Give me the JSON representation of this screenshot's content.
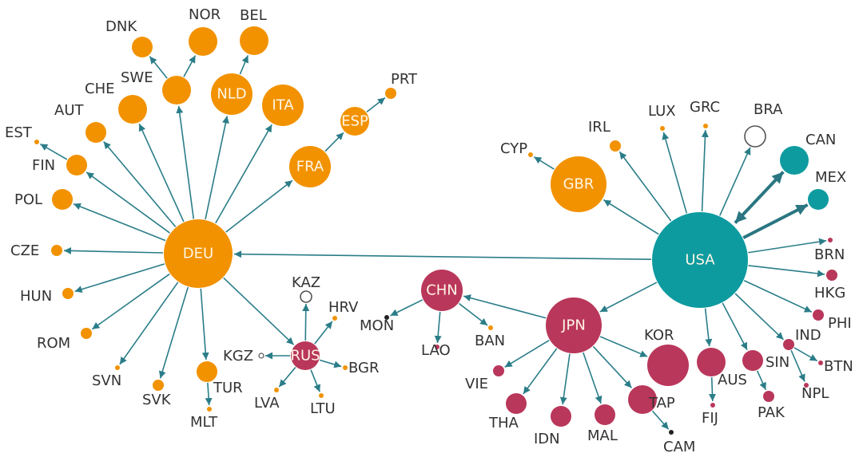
{
  "colors": {
    "europe": "#f29200",
    "asia": "#b9375a",
    "americas": "#0e9b9f",
    "unclassified": "#ffffff",
    "edge": "#2a7d88",
    "label": "#333333"
  },
  "nodes": [
    {
      "id": "DEU",
      "label": "DEU",
      "group": "europe",
      "size": "xl",
      "label_inside": true
    },
    {
      "id": "USA",
      "label": "USA",
      "group": "americas",
      "size": "xxl",
      "label_inside": true
    },
    {
      "id": "JPN",
      "label": "JPN",
      "group": "asia",
      "size": "l",
      "label_inside": true
    },
    {
      "id": "CHN",
      "label": "CHN",
      "group": "asia",
      "size": "m",
      "label_inside": true
    },
    {
      "id": "RUS",
      "label": "RUS",
      "group": "asia",
      "size": "s",
      "label_inside": true
    },
    {
      "id": "GBR",
      "label": "GBR",
      "group": "europe",
      "size": "l",
      "label_inside": true
    },
    {
      "id": "FRA",
      "label": "FRA",
      "group": "europe",
      "size": "m",
      "label_inside": true
    },
    {
      "id": "ITA",
      "label": "ITA",
      "group": "europe",
      "size": "m",
      "label_inside": true
    },
    {
      "id": "NLD",
      "label": "NLD",
      "group": "europe",
      "size": "m",
      "label_inside": true
    },
    {
      "id": "ESP",
      "label": "ESP",
      "group": "europe",
      "size": "s",
      "label_inside": true
    },
    {
      "id": "BEL",
      "label": "BEL",
      "group": "europe",
      "size": "s"
    },
    {
      "id": "NOR",
      "label": "NOR",
      "group": "europe",
      "size": "s"
    },
    {
      "id": "DNK",
      "label": "DNK",
      "group": "europe",
      "size": "xs"
    },
    {
      "id": "SWE",
      "label": "SWE",
      "group": "europe",
      "size": "s"
    },
    {
      "id": "CHE",
      "label": "CHE",
      "group": "europe",
      "size": "s"
    },
    {
      "id": "AUT",
      "label": "AUT",
      "group": "europe",
      "size": "xs"
    },
    {
      "id": "EST",
      "label": "EST",
      "group": "europe",
      "size": "dot"
    },
    {
      "id": "FIN",
      "label": "FIN",
      "group": "europe",
      "size": "xs"
    },
    {
      "id": "POL",
      "label": "POL",
      "group": "europe",
      "size": "xs"
    },
    {
      "id": "CZE",
      "label": "CZE",
      "group": "europe",
      "size": "xxs"
    },
    {
      "id": "HUN",
      "label": "HUN",
      "group": "europe",
      "size": "xxs"
    },
    {
      "id": "ROM",
      "label": "ROM",
      "group": "europe",
      "size": "xxs"
    },
    {
      "id": "SVN",
      "label": "SVN",
      "group": "europe",
      "size": "dot"
    },
    {
      "id": "SVK",
      "label": "SVK",
      "group": "europe",
      "size": "xxs"
    },
    {
      "id": "TUR",
      "label": "TUR",
      "group": "europe",
      "size": "xs"
    },
    {
      "id": "MLT",
      "label": "MLT",
      "group": "europe",
      "size": "dot"
    },
    {
      "id": "PRT",
      "label": "PRT",
      "group": "europe",
      "size": "xxs"
    },
    {
      "id": "KAZ",
      "label": "KAZ",
      "group": "unclassified",
      "size": "xxs"
    },
    {
      "id": "HRV",
      "label": "HRV",
      "group": "europe",
      "size": "dot"
    },
    {
      "id": "KGZ",
      "label": "KGZ",
      "group": "unclassified",
      "size": "dot"
    },
    {
      "id": "BGR",
      "label": "BGR",
      "group": "europe",
      "size": "dot"
    },
    {
      "id": "LVA",
      "label": "LVA",
      "group": "europe",
      "size": "dot"
    },
    {
      "id": "LTU",
      "label": "LTU",
      "group": "europe",
      "size": "dot"
    },
    {
      "id": "MON",
      "label": "MON",
      "group": "black",
      "size": "dot"
    },
    {
      "id": "LAO",
      "label": "LAO",
      "group": "asia",
      "size": "dot"
    },
    {
      "id": "BAN",
      "label": "BAN",
      "group": "europe",
      "size": "dot"
    },
    {
      "id": "VIE",
      "label": "VIE",
      "group": "asia",
      "size": "xxs"
    },
    {
      "id": "THA",
      "label": "THA",
      "group": "asia",
      "size": "xs"
    },
    {
      "id": "IDN",
      "label": "IDN",
      "group": "asia",
      "size": "xs"
    },
    {
      "id": "MAL",
      "label": "MAL",
      "group": "asia",
      "size": "xs"
    },
    {
      "id": "TAP",
      "label": "TAP",
      "group": "asia",
      "size": "s"
    },
    {
      "id": "CAM",
      "label": "CAM",
      "group": "black",
      "size": "dot"
    },
    {
      "id": "KOR",
      "label": "KOR",
      "group": "asia",
      "size": "m"
    },
    {
      "id": "FIJ",
      "label": "FIJ",
      "group": "asia",
      "size": "dot"
    },
    {
      "id": "AUS",
      "label": "AUS",
      "group": "asia",
      "size": "s"
    },
    {
      "id": "SIN",
      "label": "SIN",
      "group": "asia",
      "size": "xs"
    },
    {
      "id": "PAK",
      "label": "PAK",
      "group": "asia",
      "size": "xxs"
    },
    {
      "id": "IND",
      "label": "IND",
      "group": "asia",
      "size": "xxs"
    },
    {
      "id": "BTN",
      "label": "BTN",
      "group": "asia",
      "size": "dot"
    },
    {
      "id": "NPL",
      "label": "NPL",
      "group": "asia",
      "size": "dot"
    },
    {
      "id": "PHI",
      "label": "PHI",
      "group": "asia",
      "size": "xxs"
    },
    {
      "id": "HKG",
      "label": "HKG",
      "group": "asia",
      "size": "xxs"
    },
    {
      "id": "BRN",
      "label": "BRN",
      "group": "asia",
      "size": "dot"
    },
    {
      "id": "CYP",
      "label": "CYP",
      "group": "europe",
      "size": "dot"
    },
    {
      "id": "IRL",
      "label": "IRL",
      "group": "europe",
      "size": "xxs"
    },
    {
      "id": "LUX",
      "label": "LUX",
      "group": "europe",
      "size": "dot"
    },
    {
      "id": "GRC",
      "label": "GRC",
      "group": "europe",
      "size": "dot"
    },
    {
      "id": "BRA",
      "label": "BRA",
      "group": "unclassified",
      "size": "xs"
    },
    {
      "id": "CAN",
      "label": "CAN",
      "group": "americas",
      "size": "s"
    },
    {
      "id": "MEX",
      "label": "MEX",
      "group": "americas",
      "size": "xs"
    }
  ],
  "edges": [
    {
      "from": "USA",
      "to": "DEU"
    },
    {
      "from": "USA",
      "to": "GBR"
    },
    {
      "from": "USA",
      "to": "IRL"
    },
    {
      "from": "USA",
      "to": "LUX"
    },
    {
      "from": "USA",
      "to": "GRC"
    },
    {
      "from": "USA",
      "to": "BRA"
    },
    {
      "from": "USA",
      "to": "CAN",
      "bidirectional": true,
      "thick": true
    },
    {
      "from": "USA",
      "to": "MEX",
      "thick": true
    },
    {
      "from": "USA",
      "to": "BRN"
    },
    {
      "from": "USA",
      "to": "HKG"
    },
    {
      "from": "USA",
      "to": "PHI"
    },
    {
      "from": "USA",
      "to": "IND"
    },
    {
      "from": "USA",
      "to": "SIN"
    },
    {
      "from": "USA",
      "to": "AUS"
    },
    {
      "from": "USA",
      "to": "JPN"
    },
    {
      "from": "GBR",
      "to": "CYP"
    },
    {
      "from": "DEU",
      "to": "FRA"
    },
    {
      "from": "DEU",
      "to": "ITA"
    },
    {
      "from": "DEU",
      "to": "NLD"
    },
    {
      "from": "DEU",
      "to": "SWE"
    },
    {
      "from": "DEU",
      "to": "CHE"
    },
    {
      "from": "DEU",
      "to": "AUT"
    },
    {
      "from": "DEU",
      "to": "FIN"
    },
    {
      "from": "DEU",
      "to": "POL"
    },
    {
      "from": "DEU",
      "to": "CZE"
    },
    {
      "from": "DEU",
      "to": "HUN"
    },
    {
      "from": "DEU",
      "to": "ROM"
    },
    {
      "from": "DEU",
      "to": "SVN"
    },
    {
      "from": "DEU",
      "to": "SVK"
    },
    {
      "from": "DEU",
      "to": "TUR"
    },
    {
      "from": "DEU",
      "to": "RUS"
    },
    {
      "from": "FRA",
      "to": "ESP"
    },
    {
      "from": "ESP",
      "to": "PRT"
    },
    {
      "from": "NLD",
      "to": "BEL"
    },
    {
      "from": "SWE",
      "to": "NOR"
    },
    {
      "from": "SWE",
      "to": "DNK"
    },
    {
      "from": "FIN",
      "to": "EST"
    },
    {
      "from": "TUR",
      "to": "MLT"
    },
    {
      "from": "RUS",
      "to": "KAZ"
    },
    {
      "from": "RUS",
      "to": "HRV"
    },
    {
      "from": "RUS",
      "to": "KGZ"
    },
    {
      "from": "RUS",
      "to": "BGR"
    },
    {
      "from": "RUS",
      "to": "LVA"
    },
    {
      "from": "RUS",
      "to": "LTU"
    },
    {
      "from": "JPN",
      "to": "CHN"
    },
    {
      "from": "CHN",
      "to": "MON"
    },
    {
      "from": "CHN",
      "to": "LAO"
    },
    {
      "from": "CHN",
      "to": "BAN"
    },
    {
      "from": "JPN",
      "to": "VIE"
    },
    {
      "from": "JPN",
      "to": "THA"
    },
    {
      "from": "JPN",
      "to": "IDN"
    },
    {
      "from": "JPN",
      "to": "MAL"
    },
    {
      "from": "JPN",
      "to": "TAP"
    },
    {
      "from": "JPN",
      "to": "KOR"
    },
    {
      "from": "TAP",
      "to": "CAM"
    },
    {
      "from": "AUS",
      "to": "FIJ"
    },
    {
      "from": "SIN",
      "to": "PAK"
    },
    {
      "from": "IND",
      "to": "BTN"
    },
    {
      "from": "IND",
      "to": "NPL"
    }
  ]
}
